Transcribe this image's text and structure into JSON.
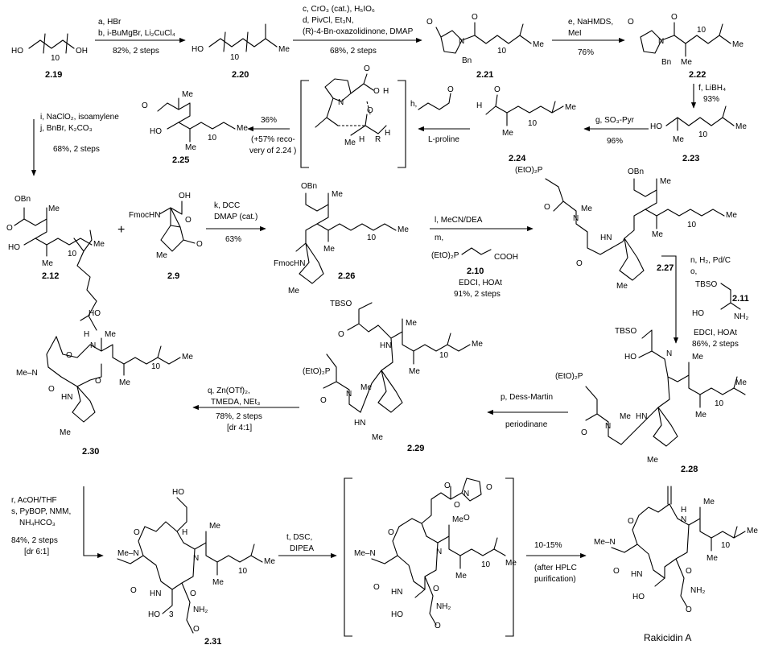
{
  "compounds": {
    "c219": "2.19",
    "c220": "2.20",
    "c221": "2.21",
    "c222": "2.22",
    "c223": "2.23",
    "c224": "2.24",
    "c225": "2.25",
    "c212": "2.12",
    "c29": "2.9",
    "c226": "2.26",
    "c227": "2.27",
    "c210": "2.10",
    "c211": "2.11",
    "c228": "2.28",
    "c229": "2.29",
    "c230": "2.30",
    "c231": "2.31",
    "rakicidin": "Rakicidin A"
  },
  "atoms": {
    "ho": "HO",
    "oh": "OH",
    "me": "Me",
    "o": "O",
    "n": "N",
    "h": "H",
    "r": "R",
    "bn": "Bn",
    "obn": "OBn",
    "nh2": "NH₂",
    "fmochn": "FmocHN",
    "hn": "HN",
    "tbso": "TBSO",
    "eto2p": "(EtO)₂P",
    "cooh": "COOH",
    "n10": "10",
    "n3": "3",
    "plus": "+",
    "methyl_n": "Me–N"
  },
  "steps": {
    "a": "a, HBr",
    "b": "b, i-BuMgBr, Li₂CuCl₄",
    "ab_yield": "82%, 2 steps",
    "c": "c, CrO₃ (cat.), H₅IO₆",
    "d": "d, PivCl, Et₃N,",
    "d2": "(R)-4-Bn-oxazolidinone, DMAP",
    "cd_yield": "68%, 2 steps",
    "e": "e, NaHMDS,",
    "e2": "MeI",
    "e_yield": "76%",
    "f": "f, LiBH₄",
    "f_yield": "93%",
    "g": "g, SO₃-Pyr",
    "g_yield": "96%",
    "h": "h,",
    "h2": "L-proline",
    "h_yield": "36%",
    "h_recovery1": "(+57% reco-",
    "h_recovery2": "very of 2.24 )",
    "i": "i, NaClO₂, isoamylene",
    "j": "j, BnBr, K₂CO₃",
    "ij_yield": "68%, 2 steps",
    "k": "k, DCC",
    "k2": "DMAP (cat.)",
    "k_yield": "63%",
    "l": "l, MeCN/DEA",
    "m": "m,",
    "m2": "EDCI, HOAt",
    "lm_yield": "91%, 2 steps",
    "n": "n, H₂, Pd/C",
    "o": "o,",
    "o2": "EDCI, HOAt",
    "no_yield": "86%, 2 steps",
    "p": "p, Dess-Martin",
    "p2": "periodinane",
    "q": "q, Zn(OTf)₂,",
    "q2": "TMEDA, NEt₃",
    "q_yield": "78%, 2 steps",
    "q_dr": "[dr 4:1]",
    "r": "r, AcOH/THF",
    "s": "s, PyBOP, NMM,",
    "s2": "NH₄HCO₃",
    "rs_yield": "84%, 2 steps",
    "rs_dr": "[dr 6:1]",
    "t": "t, DSC,",
    "t2": "DIPEA",
    "final_yield": "10-15%",
    "final_note1": "(after HPLC",
    "final_note2": "purification)"
  }
}
